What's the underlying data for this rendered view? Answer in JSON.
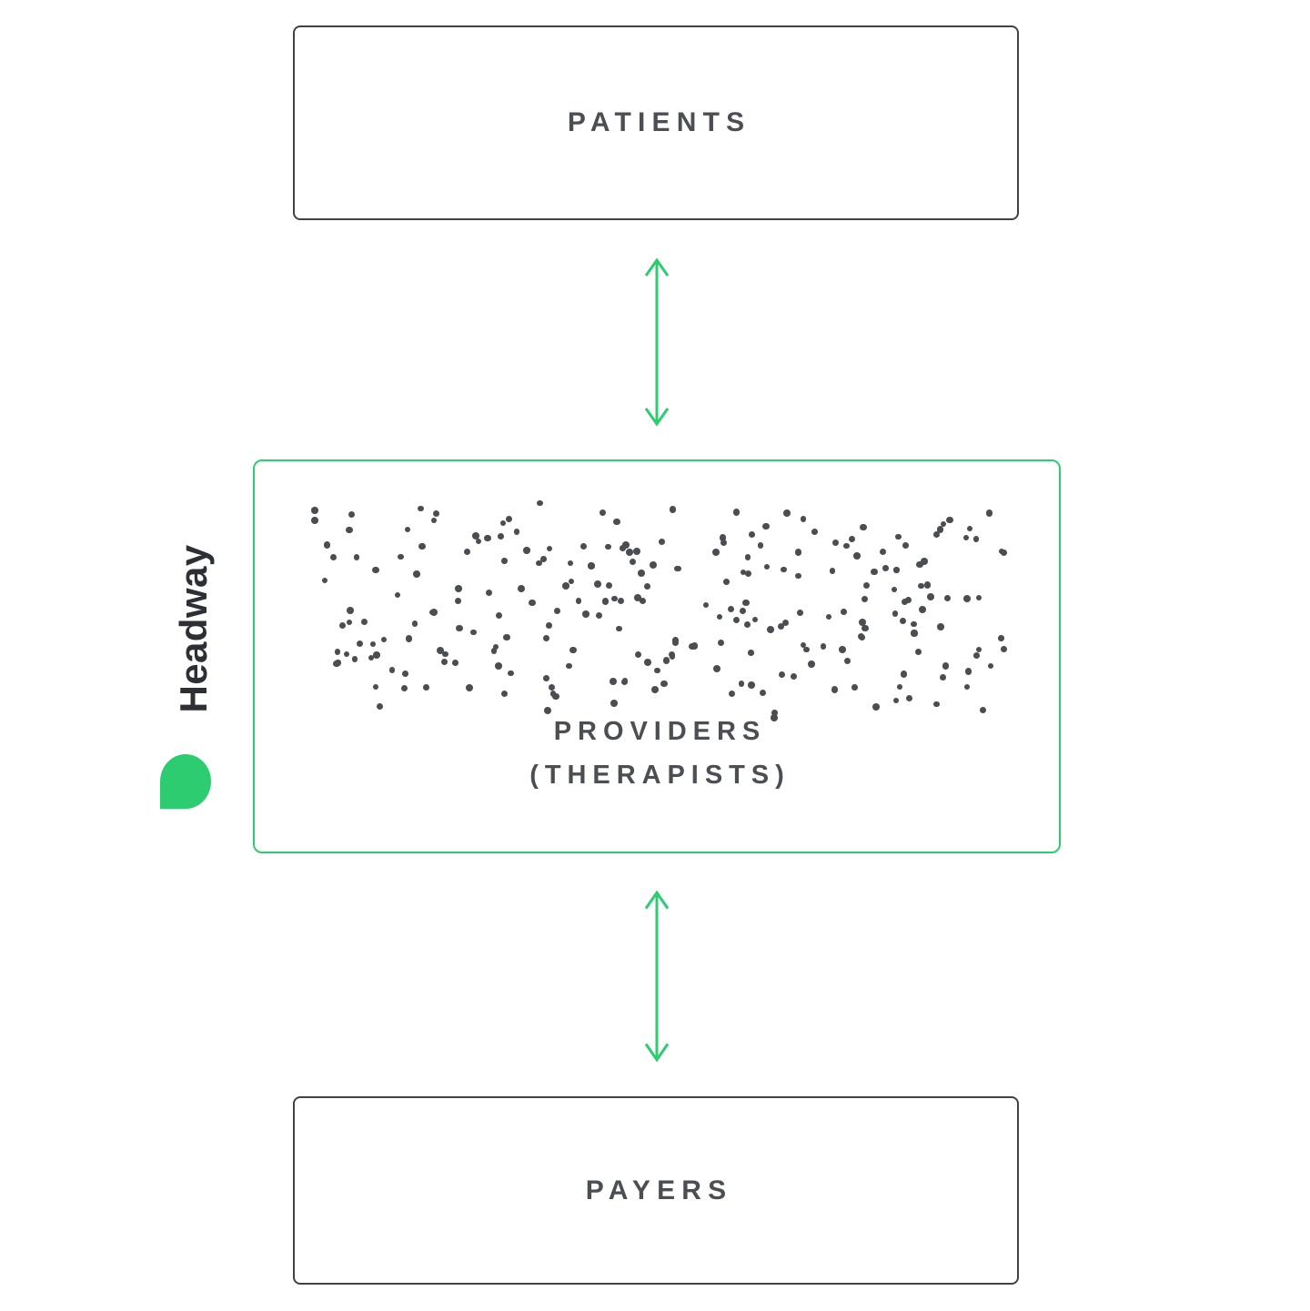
{
  "page": {
    "background": "#ffffff"
  },
  "brand": {
    "wordmark": "Headway",
    "logo_icon": "headway-green-blob",
    "accent_green": "#2ecc71",
    "outline_dark": "#3f4246",
    "text_dark": "#4b4f54"
  },
  "diagram": {
    "patients": {
      "label": "PATIENTS"
    },
    "providers": {
      "label_line1": "PROVIDERS",
      "label_line2": "(THERAPISTS)"
    },
    "payers": {
      "label": "PAYERS"
    },
    "arrows": [
      {
        "id": "patients-providers",
        "direction": "bidirectional"
      },
      {
        "id": "providers-payers",
        "direction": "bidirectional"
      }
    ],
    "dots_scatter": {
      "count": 245,
      "seed": 42,
      "min_size_px": 6,
      "max_size_px": 8,
      "color": "#4a4e52"
    }
  }
}
